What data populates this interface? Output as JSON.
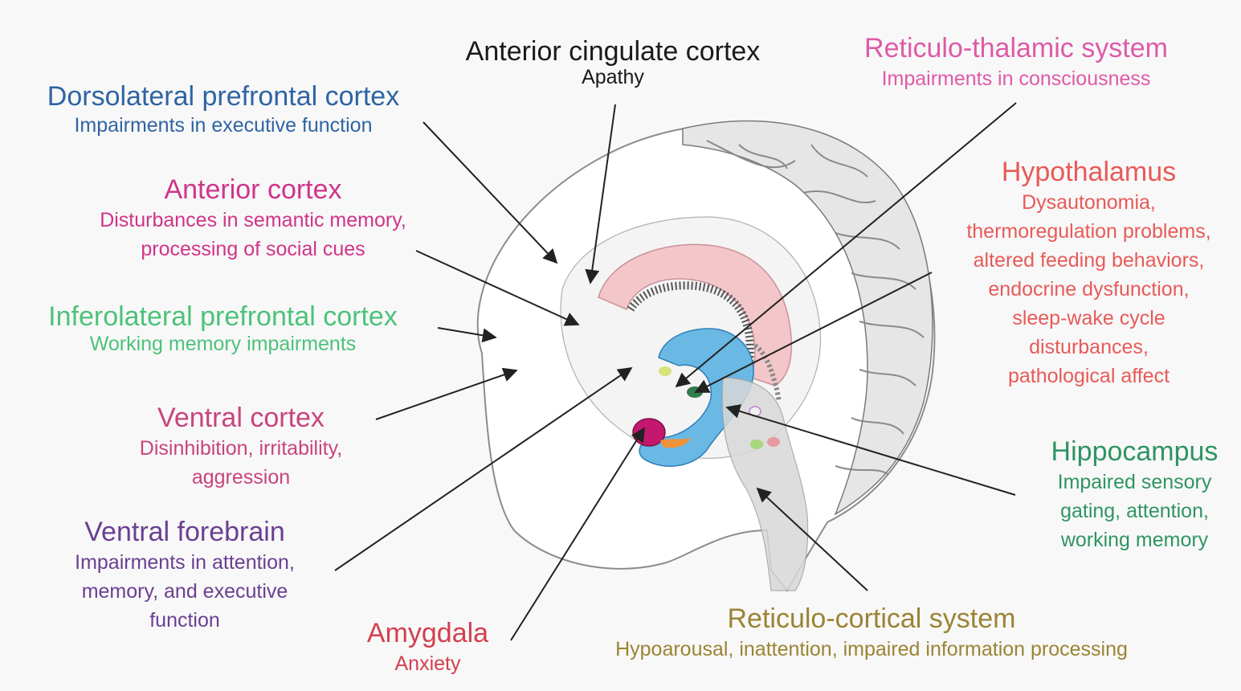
{
  "colors": {
    "black": "#1a1a1a",
    "blue": "#2f64a3",
    "magenta": "#d0348a",
    "pink": "#de5aa8",
    "green": "#4cc27a",
    "teal_green": "#2f9463",
    "purple": "#6a3f92",
    "red": "#d33f4f",
    "coral": "#e85a58",
    "olive": "#9a8434"
  },
  "labels": {
    "acc": {
      "title": "Anterior cingulate cortex",
      "desc": "Apathy"
    },
    "dlpfc": {
      "title": "Dorsolateral prefrontal cortex",
      "desc": "Impairments in executive function"
    },
    "anterior_cortex": {
      "title": "Anterior cortex",
      "desc1": "Disturbances in semantic memory,",
      "desc2": "processing of social cues"
    },
    "ilpfc": {
      "title": "Inferolateral prefrontal cortex",
      "desc": "Working memory impairments"
    },
    "ventral_cortex": {
      "title": "Ventral cortex",
      "desc1": "Disinhibition, irritability,",
      "desc2": "aggression"
    },
    "ventral_forebrain": {
      "title": "Ventral forebrain",
      "desc1": "Impairments in attention,",
      "desc2": "memory, and executive",
      "desc3": "function"
    },
    "amygdala": {
      "title": "Amygdala",
      "desc": "Anxiety"
    },
    "reticulo_thalamic": {
      "title": "Reticulo-thalamic system",
      "desc": "Impairments in consciousness"
    },
    "hypothalamus": {
      "title": "Hypothalamus",
      "desc1": "Dysautonomia,",
      "desc2": "thermoregulation problems,",
      "desc3": "altered feeding behaviors,",
      "desc4": "endocrine dysfunction,",
      "desc5": "sleep-wake cycle",
      "desc6": "disturbances,",
      "desc7": "pathological affect"
    },
    "hippocampus": {
      "title": "Hippocampus",
      "desc1": "Impaired sensory",
      "desc2": "gating, attention,",
      "desc3": "working memory"
    },
    "reticulo_cortical": {
      "title": "Reticulo-cortical system",
      "desc": "Hypoarousal, inattention, impaired information processing"
    }
  }
}
